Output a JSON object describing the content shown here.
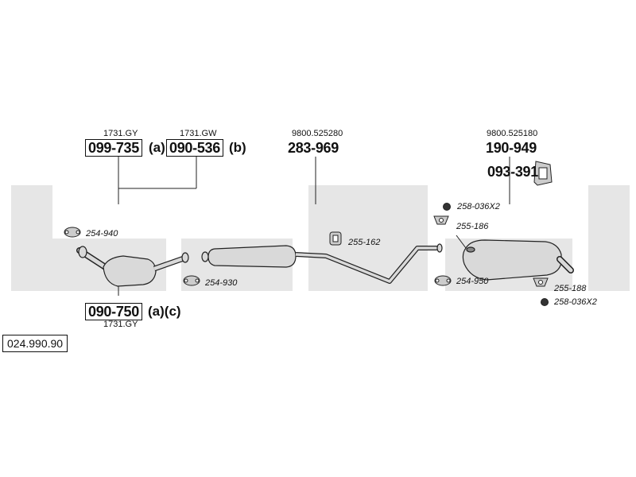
{
  "diagram": {
    "catalog_code": "024.990.90",
    "groups": [
      {
        "ref": "1731.GY",
        "part": "099-735",
        "suffix": "(a)"
      },
      {
        "ref": "1731.GW",
        "part": "090-536",
        "suffix": "(b)"
      },
      {
        "ref": "9800.525280",
        "part": "283-969",
        "suffix": ""
      },
      {
        "ref": "9800.525180",
        "part": "190-949",
        "suffix": ""
      },
      {
        "ref": "",
        "part": "093-391",
        "suffix": ""
      },
      {
        "ref": "1731.GY",
        "part": "090-750",
        "suffix": "(a)(c)"
      }
    ],
    "small_parts": [
      "254-940",
      "254-930",
      "255-162",
      "258-036X2",
      "255-186",
      "254-950",
      "255-188",
      "258-036X2"
    ],
    "colors": {
      "watermark": "#e6e6e6",
      "line": "#222222",
      "part_fill": "#d9d9d9"
    }
  }
}
